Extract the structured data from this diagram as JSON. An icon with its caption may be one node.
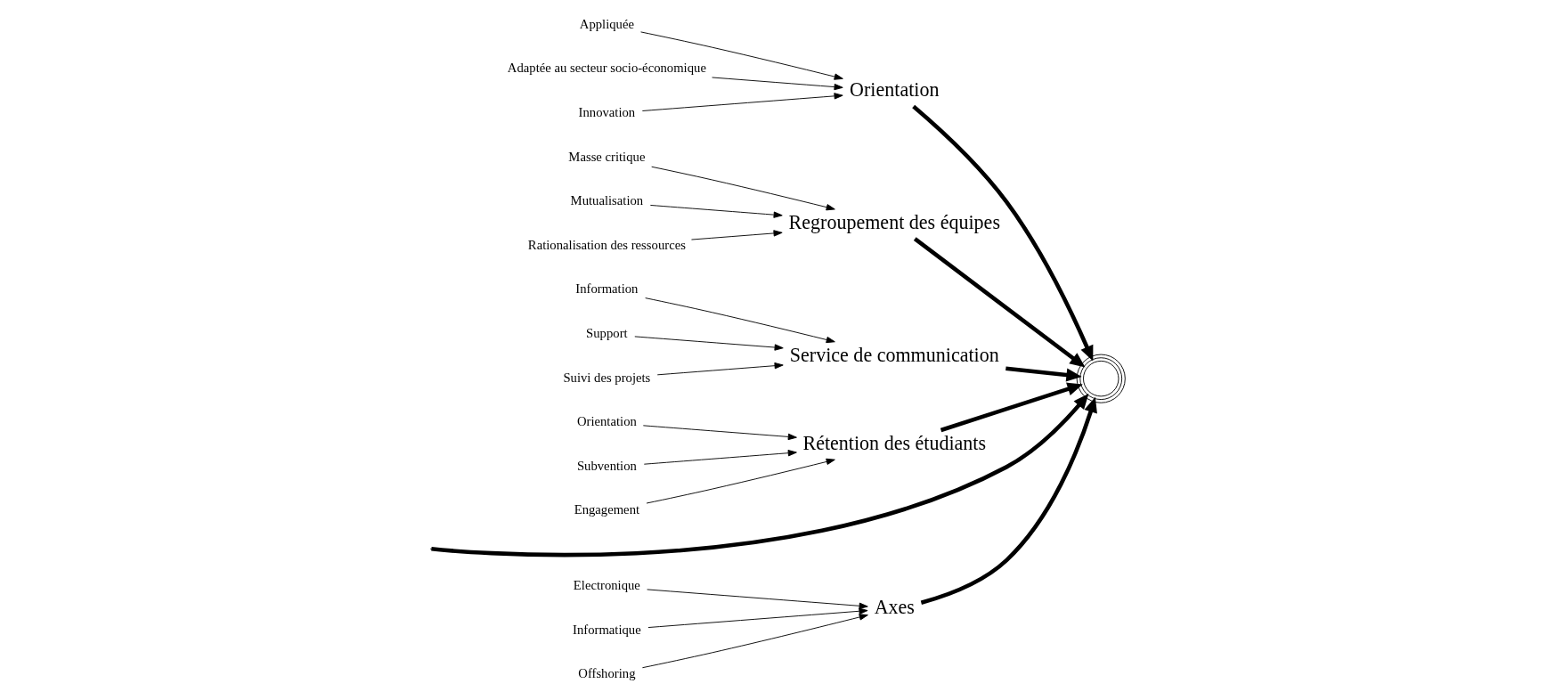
{
  "diagram": {
    "nodes": [
      {
        "text": [
          "Axes"
        ]
      },
      {
        "text": [
          "Electronique"
        ]
      },
      {
        "text": [
          "Informatique"
        ]
      },
      {
        "text": [
          "Offshoring"
        ]
      },
      {
        "text": [
          "Orientation"
        ]
      },
      {
        "text": [
          "Appliquée"
        ]
      },
      {
        "text": [
          "Adaptée au secteur socio-économique"
        ]
      },
      {
        "text": [
          "Innovation"
        ]
      },
      {
        "text": [
          "Regroupement des équipes"
        ]
      },
      {
        "text": [
          "Masse critique"
        ]
      },
      {
        "text": [
          "Mutualisation"
        ]
      },
      {
        "text": [
          "Rationalisation des ressources"
        ]
      },
      {
        "text": [
          "Service de communication"
        ]
      },
      {
        "text": [
          "Information"
        ]
      },
      {
        "text": [
          "Support"
        ]
      },
      {
        "text": [
          "Suivi des projets"
        ]
      },
      {
        "text": [
          "Rétention des étudiants"
        ]
      },
      {
        "text": [
          "Orientation"
        ]
      },
      {
        "text": [
          "Subvention"
        ]
      },
      {
        "text": [
          "Engagement"
        ]
      },
      {
        "text": [],
        "shape": "circle"
      }
    ],
    "edges": [
      {
        "from": 1,
        "to": 0,
        "arrow": "to"
      },
      {
        "from": 2,
        "to": 0,
        "arrow": "to"
      },
      {
        "from": 3,
        "to": 0,
        "arrow": "to"
      },
      {
        "from": 5,
        "to": 4,
        "arrow": "to"
      },
      {
        "from": 6,
        "to": 4,
        "arrow": "to"
      },
      {
        "from": 7,
        "to": 4,
        "arrow": "to"
      },
      {
        "from": 9,
        "to": 8,
        "arrow": "to"
      },
      {
        "from": 10,
        "to": 8,
        "arrow": "to"
      },
      {
        "from": 11,
        "to": 8,
        "arrow": "to"
      },
      {
        "from": 13,
        "to": 12,
        "arrow": "to"
      },
      {
        "from": 14,
        "to": 12,
        "arrow": "to"
      },
      {
        "from": 15,
        "to": 12,
        "arrow": "to"
      },
      {
        "from": 17,
        "to": 16,
        "arrow": "to"
      },
      {
        "from": 18,
        "to": 16,
        "arrow": "to"
      },
      {
        "from": 19,
        "to": 16,
        "arrow": "to"
      },
      {
        "from": 0,
        "to": 20,
        "arrow": "to",
        "style": "thick"
      },
      {
        "from": 4,
        "to": 20,
        "arrow": "to",
        "style": "thick"
      },
      {
        "from": 8,
        "to": 20,
        "arrow": "to",
        "style": "thick"
      },
      {
        "from": 12,
        "to": 20,
        "arrow": "to",
        "style": "thick"
      },
      {
        "from": 16,
        "to": 20,
        "arrow": "to",
        "style": "thick"
      },
      {
        "from": null,
        "to": 20,
        "arrow": "to",
        "style": "thick"
      }
    ]
  }
}
